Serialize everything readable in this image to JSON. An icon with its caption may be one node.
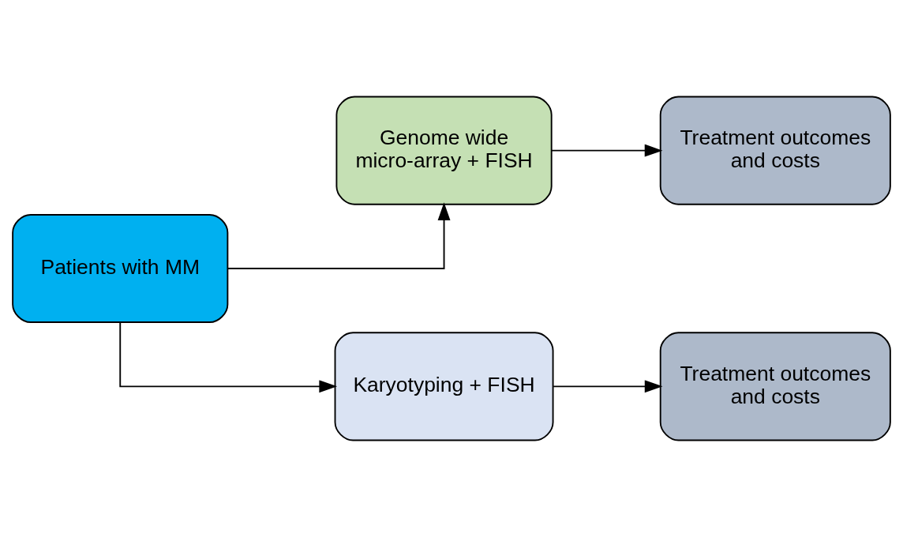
{
  "diagram": {
    "nodes": [
      {
        "text": [
          "Patients with MM"
        ]
      },
      {
        "text": [
          "Genome wide micro-array + FISH"
        ]
      },
      {
        "text": [
          "Treatment outcomes and costs"
        ]
      },
      {
        "text": [
          "Karyotyping + FISH"
        ]
      },
      {
        "text": [
          "Treatment outcomes and costs"
        ]
      }
    ],
    "edges": [
      {
        "from": 0,
        "to": 1,
        "arrow": "to"
      },
      {
        "from": 1,
        "to": 2,
        "arrow": "to"
      },
      {
        "from": 0,
        "to": 3,
        "arrow": "to"
      },
      {
        "from": 3,
        "to": 4,
        "arrow": "to"
      }
    ]
  }
}
